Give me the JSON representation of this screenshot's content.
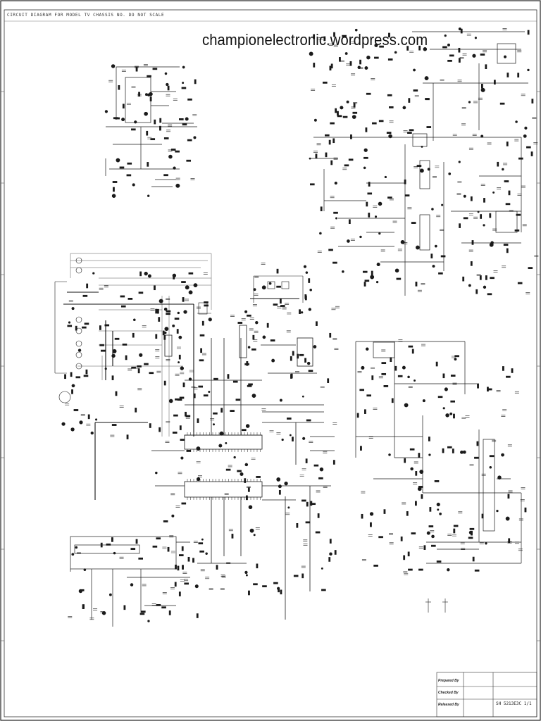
{
  "watermark": "championelectronic.wordpress.com",
  "header_note": "CIRCUIT DIAGRAM FOR MODEL  TV  CHASSIS  NO. DO NOT SCALE",
  "title_block": {
    "prepared_label": "Prepared By",
    "checked_label": "Checked By",
    "released_label": "Released By",
    "document_number": "SH  5213E3C  1/1"
  },
  "colors": {
    "ink": "#1a1a1a",
    "paper": "#ffffff",
    "grid": "#9a9a9a"
  }
}
